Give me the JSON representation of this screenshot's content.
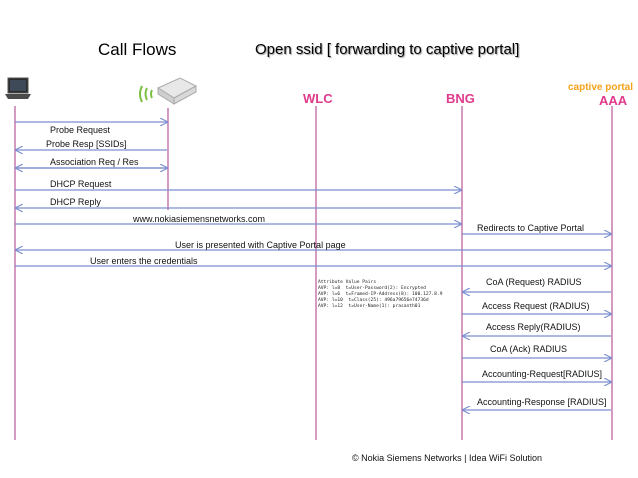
{
  "header": {
    "title": "Call Flows",
    "subtitle": "Open ssid [ forwarding to captive portal]"
  },
  "entities": {
    "wlc": "WLC",
    "bng": "BNG",
    "aaa": "AAA",
    "aaa_caption": "captive portal"
  },
  "messages": [
    {
      "label": "Probe Request"
    },
    {
      "label": "Probe Resp [SSIDs]"
    },
    {
      "label": "Association Req / Res"
    },
    {
      "label": "DHCP Request"
    },
    {
      "label": "DHCP Reply"
    },
    {
      "label": "www.nokiasiemensnetworks.com"
    },
    {
      "label": "Redirects to Captive Portal"
    },
    {
      "label": "User is presented with Captive Portal page"
    },
    {
      "label": "User enters the credentials"
    },
    {
      "label": "CoA (Request) RADIUS"
    },
    {
      "label": "Access Request (RADIUS)"
    },
    {
      "label": "Access Reply(RADIUS)"
    },
    {
      "label": "CoA (Ack) RADIUS"
    },
    {
      "label": "Accounting-Request[RADIUS]"
    },
    {
      "label": "Accounting-Response [RADIUS]"
    }
  ],
  "avp_box": {
    "header": "Attribute Value Pairs",
    "lines": [
      "AVP: l=8  t=User-Password(2): Encrypted",
      "AVP: l=6  t=Framed-IP-Address(8): 100.127.8.9",
      "AVP: l=10  t=Class(25): 496a79656e74736d",
      "AVP: l=12  t=User-Name(1): prasanth01"
    ]
  },
  "footer": {
    "text": "© Nokia Siemens Networks  |  Idea WiFi Solution"
  }
}
